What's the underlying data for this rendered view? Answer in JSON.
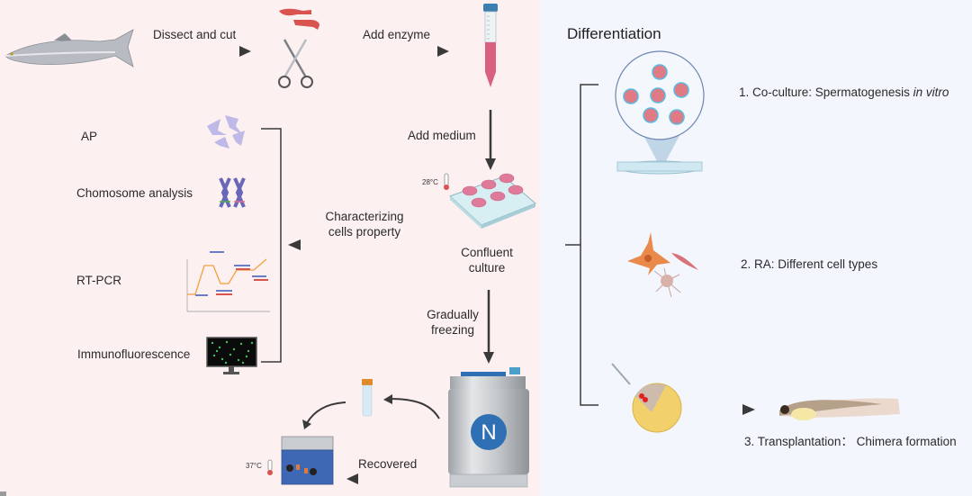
{
  "colors": {
    "left_background": "#fcf0f1",
    "right_background": "#f3f6fc",
    "arrow": "#3a3a3a",
    "tissue_red": "#d9534f",
    "medium_pink": "#e07a9a",
    "ln2_badge_blue": "#2f6fb3",
    "embryo_yellow": "#f2d06b"
  },
  "workflow": {
    "step_dissect": "Dissect and cut",
    "step_enzyme": "Add enzyme",
    "step_medium": "Add medium",
    "culture_temperature": "28°C",
    "confluent_culture_line1": "Confluent",
    "confluent_culture_line2": "culture",
    "characterizing_line1": "Characterizing",
    "characterizing_line2": "cells property",
    "freezing_line1": "Gradually",
    "freezing_line2": "freezing",
    "recovered": "Recovered",
    "waterbath_temperature": "37°C",
    "ln2_tank_letter": "N"
  },
  "characterization": {
    "items": [
      {
        "label": "AP",
        "icon": "ap-stained-cells-icon"
      },
      {
        "label": "Chomosome analysis",
        "icon": "chromosome-icon"
      },
      {
        "label": "RT-PCR",
        "icon": "pcr-temperature-profile-icon"
      },
      {
        "label": "Immunofluorescence",
        "icon": "fluorescence-monitor-icon"
      }
    ]
  },
  "differentiation": {
    "title": "Differentiation",
    "items": [
      {
        "label": "1. Co-culture: Spermatogenesis ",
        "label_italic": "in vitro",
        "icon": "co-culture-dish-icon"
      },
      {
        "label": "2. RA: Different cell types",
        "icon": "differentiated-cells-icon"
      },
      {
        "label": "3. Transplantation： Chimera formation",
        "icon": "embryo-injection-icon"
      }
    ]
  }
}
